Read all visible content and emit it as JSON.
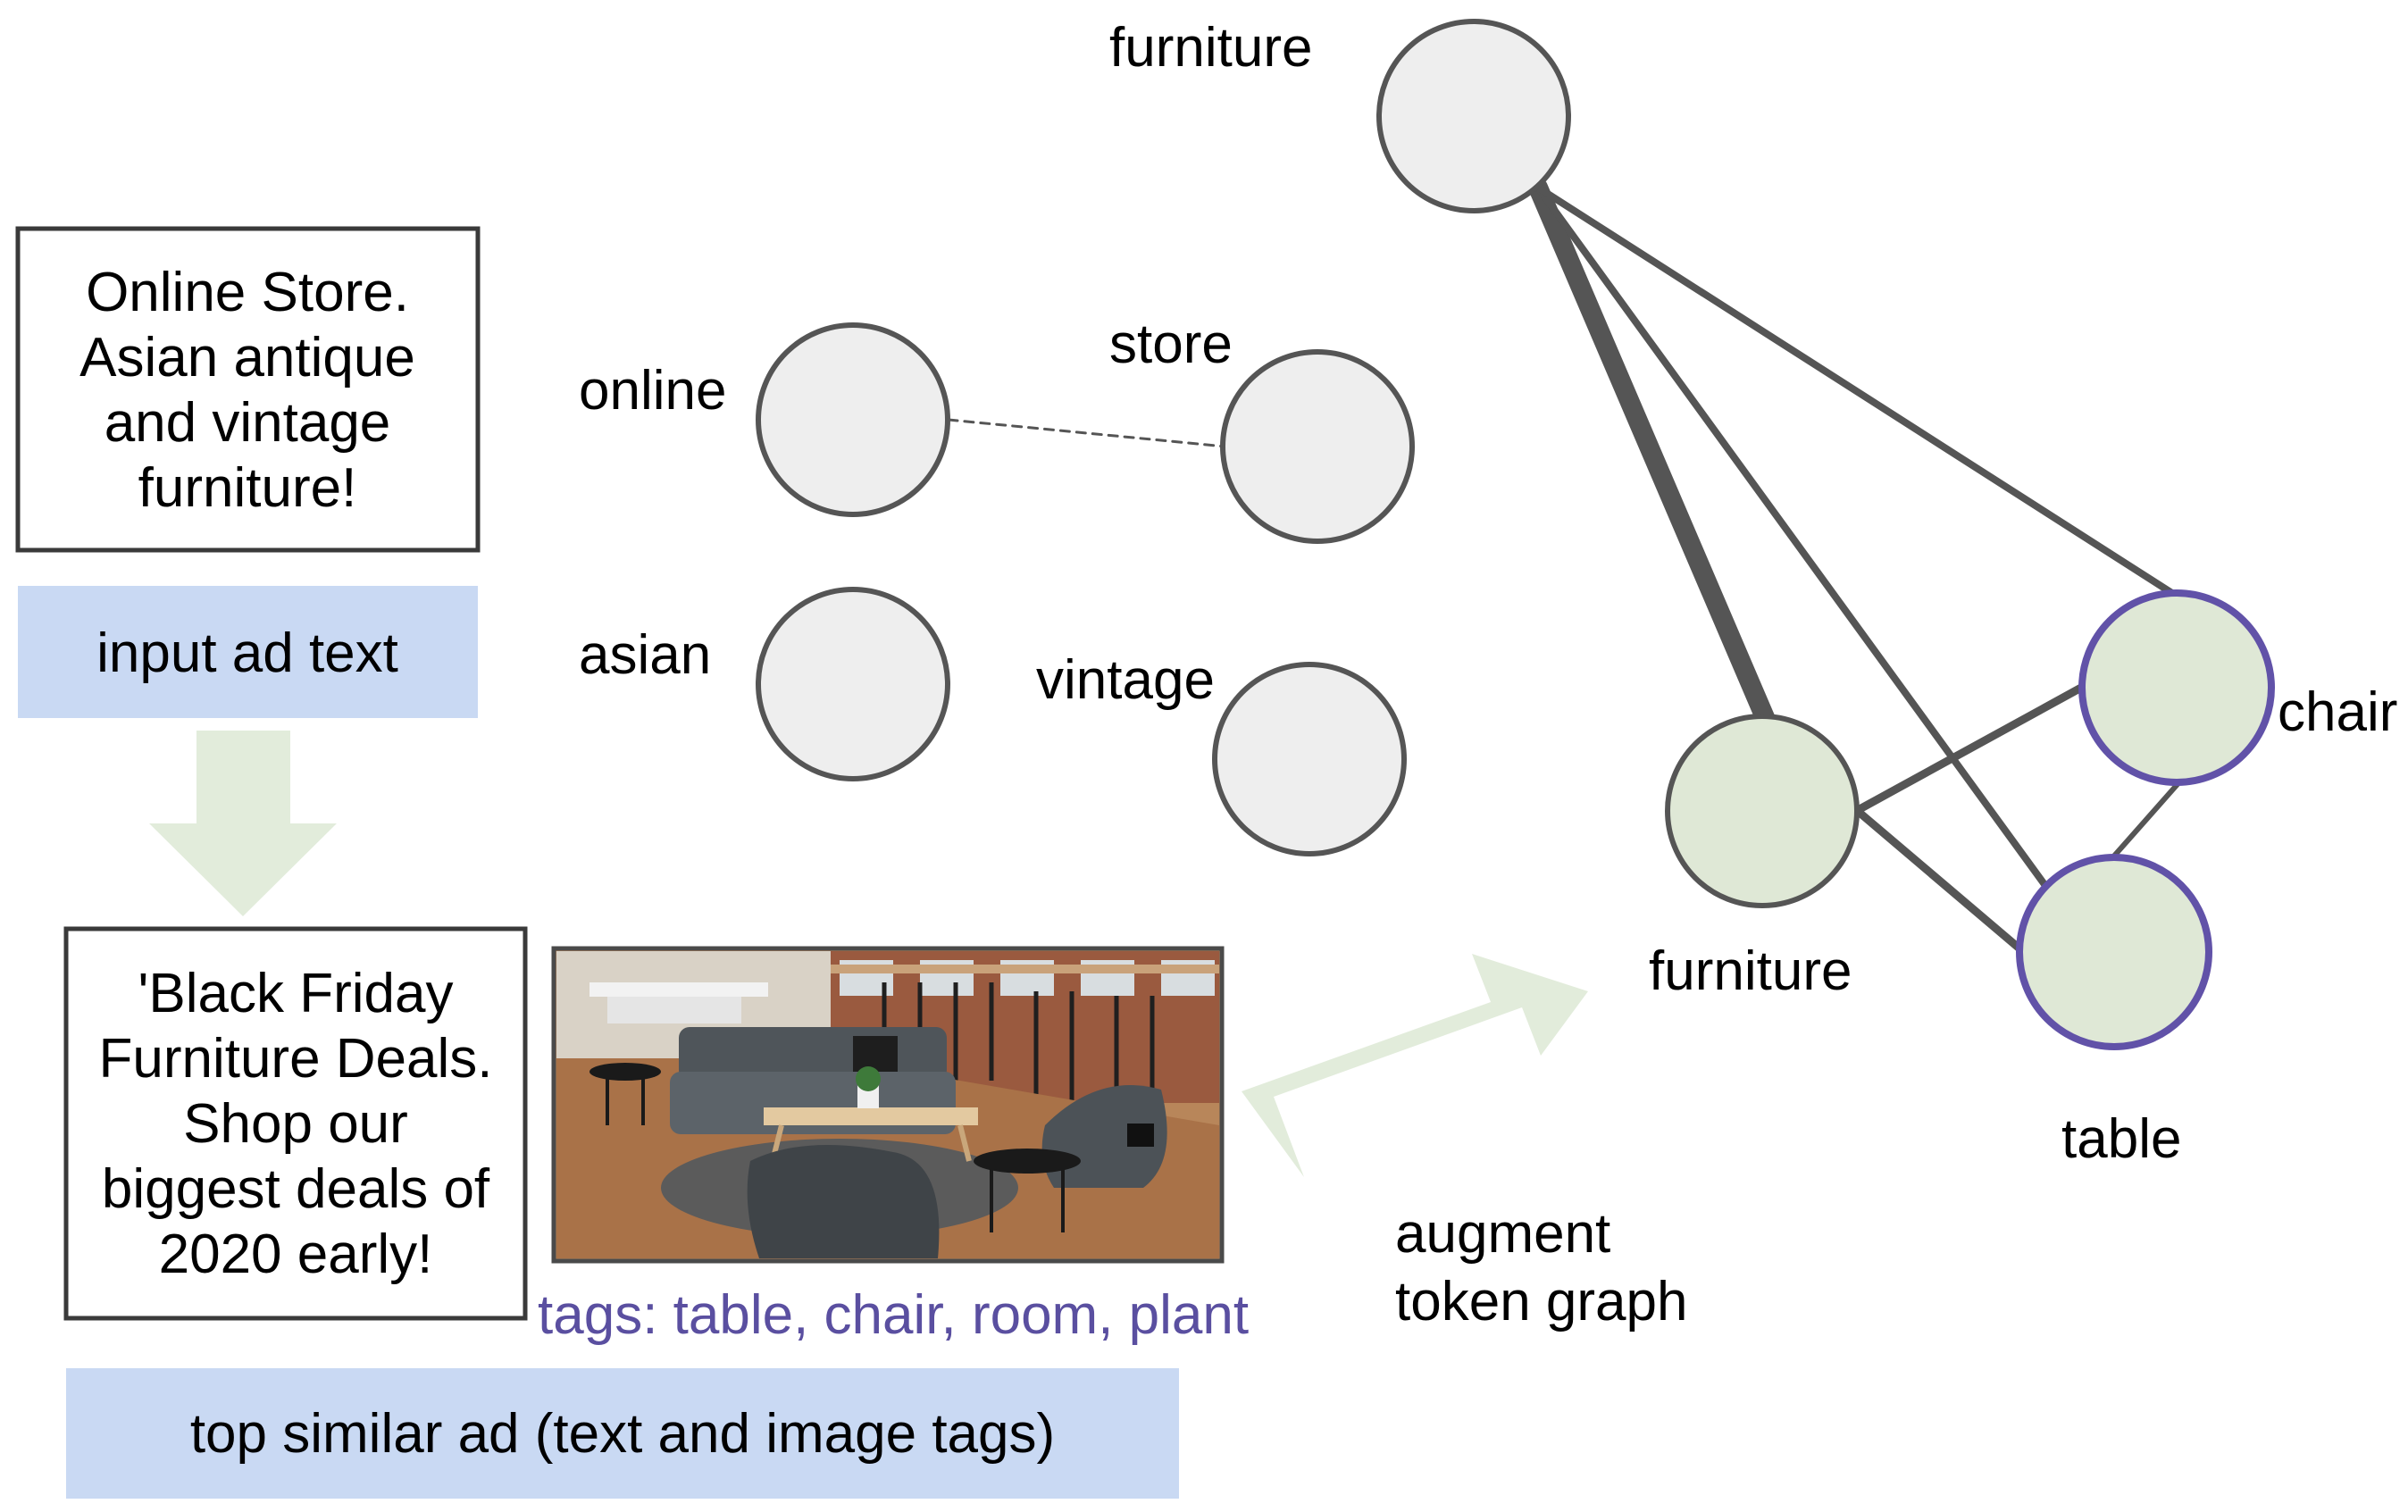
{
  "input_ad": {
    "lines": [
      "Online Store.",
      "Asian antique",
      "and vintage",
      "furniture!"
    ],
    "caption": "input ad text"
  },
  "similar_ad": {
    "lines": [
      "'Black Friday",
      "Furniture Deals.",
      "Shop our",
      "biggest deals of",
      "2020 early!"
    ],
    "image_tags": "tags: table, chair, room, plant",
    "caption": "top similar ad (text and image tags)"
  },
  "token_nodes": {
    "online": "online",
    "store": "store",
    "asian": "asian",
    "vintage": "vintage",
    "furniture_top": "furniture"
  },
  "augmented_nodes": {
    "furniture": "furniture",
    "chair": "chair",
    "table": "table"
  },
  "augment_label": [
    "augment",
    "token graph"
  ],
  "colors": {
    "caption_fill": "#c9d9f3",
    "arrow_fill": "#e2ecdb",
    "token_node_fill": "#eeeeee",
    "augmented_node_fill": "#dfe8d6",
    "image_tag_node_stroke": "#6152a8",
    "tags_text": "#5a4fa0"
  },
  "icons": {
    "down_arrow": "down-arrow-icon",
    "right_arrow": "diagonal-arrow-icon",
    "photo": "furniture-room-photo"
  }
}
